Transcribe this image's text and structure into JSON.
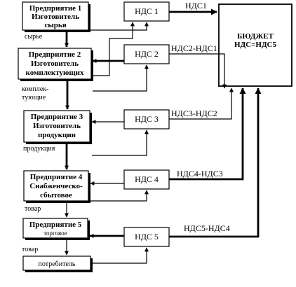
{
  "enterprises": [
    {
      "name": "Предприятие 1",
      "lines": [
        "Изготовитель",
        "сырья"
      ],
      "output_label_lines": [
        "сырье"
      ]
    },
    {
      "name": "Предприятие 2",
      "lines": [
        "Изготовитель",
        "комплектующих"
      ],
      "output_label_lines": [
        "комплек-",
        "тующие"
      ]
    },
    {
      "name": "Предприятие 3",
      "lines": [
        "Изготовитель",
        "продукции"
      ],
      "output_label_lines": [
        "продукция"
      ]
    },
    {
      "name": "Предприятие 4",
      "lines": [
        "Снабженческо-",
        "сбытовое"
      ],
      "output_label_lines": [
        "товар"
      ]
    },
    {
      "name": "Предприятие 5",
      "lines": [
        "торговое"
      ],
      "output_label_lines": [
        "товар"
      ]
    }
  ],
  "vat_boxes": [
    "НДС 1",
    "НДС 2",
    "НДС 3",
    "НДС 4",
    "НДС 5"
  ],
  "vat_flows": [
    "НДС1",
    "НДС2-НДС1",
    "НДС3-НДС2",
    "НДС4-НДС3",
    "НДС5-НДС4"
  ],
  "budget": {
    "title": "БЮДЖЕТ",
    "subtitle": "НДС=НДС5"
  },
  "consumer": "потребитель"
}
